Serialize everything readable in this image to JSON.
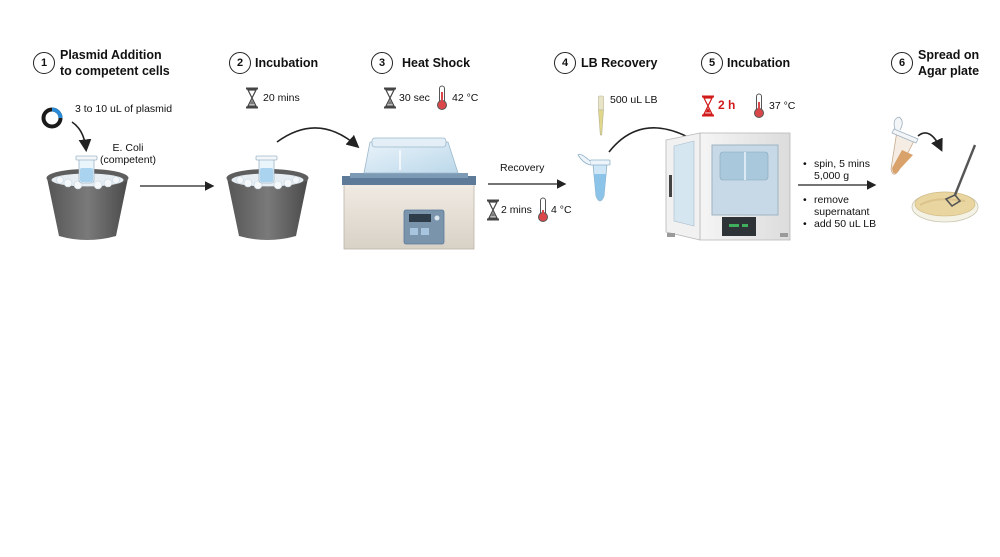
{
  "steps": [
    {
      "number": "1",
      "title_line1": "Plasmid Addition",
      "title_line2": "to competent cells"
    },
    {
      "number": "2",
      "title": "Incubation"
    },
    {
      "number": "3",
      "title": "Heat Shock"
    },
    {
      "number": "4",
      "title": "LB Recovery"
    },
    {
      "number": "5",
      "title": "Incubation"
    },
    {
      "number": "6",
      "title_line1": "Spread on",
      "title_line2": "Agar plate"
    }
  ],
  "step1": {
    "plasmid_label": "3 to 10 uL of plasmid",
    "cells_line1": "E. Coli",
    "cells_line2": "(competent)"
  },
  "step2": {
    "time": "20 mins"
  },
  "step3": {
    "time": "30 sec",
    "temp": "42 °C"
  },
  "recovery": {
    "label": "Recovery",
    "time": "2 mins",
    "temp": "4 °C"
  },
  "step4": {
    "lb_label": "500 uL LB"
  },
  "step5": {
    "time": "2 h",
    "temp": "37 °C"
  },
  "post_incubation": {
    "items": [
      "spin, 5 mins\n5,000 g",
      "remove\nsupernatant",
      "add 50 uL LB"
    ]
  },
  "colors": {
    "ice_bucket": "#6b6b6b",
    "ice": "#e6eef4",
    "liquid": "#a9d3ee",
    "thermo": "#d9474b",
    "timer_red": "#d11a1a",
    "plasmid": "#2a8ad6",
    "agar": "#e8d5a0"
  },
  "icons": [
    "hourglass-icon",
    "thermometer-icon",
    "plasmid-icon",
    "ice-bucket-icon",
    "water-bath-icon",
    "incubator-icon",
    "pipette-icon",
    "microtube-icon",
    "agar-plate-icon"
  ]
}
